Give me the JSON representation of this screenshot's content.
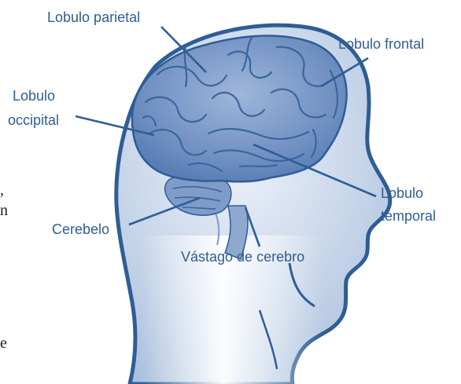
{
  "labels": {
    "parietal": "Lobulo parietal",
    "frontal": "Lobulo frontal",
    "occipital_line1": "Lobulo",
    "occipital_line2": "occipital",
    "temporal_line1": "Lobulo",
    "temporal_line2": "temporal",
    "cerebellum": "Cerebelo",
    "brainstem": "Vástago de cerebro"
  },
  "margin_text": {
    "line1": ",",
    "line2": "n",
    "line3": "e"
  },
  "colors": {
    "outline": "#2f5d95",
    "label_text": "#2f5d95",
    "brain_fill": "#7f9bc8",
    "skin_fill": "#c9d7ea"
  }
}
